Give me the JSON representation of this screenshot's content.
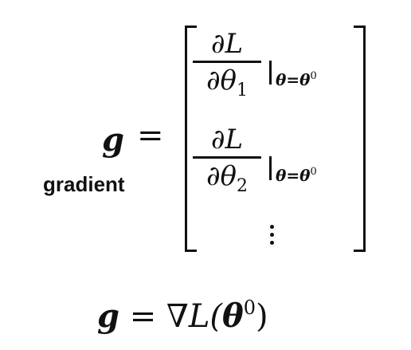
{
  "vector_symbol": "g",
  "equals": "=",
  "gradient_label": "gradient",
  "matrix": {
    "rows": [
      {
        "numerator": "∂L",
        "denominator": "∂θ",
        "subscript": "1",
        "evaluation": "θ=θ",
        "eval_superscript": "0"
      },
      {
        "numerator": "∂L",
        "denominator": "∂θ",
        "subscript": "2",
        "evaluation": "θ=θ",
        "eval_superscript": "0"
      }
    ],
    "continuation": "⋮"
  },
  "bottom_equation": {
    "lhs": "g",
    "equals": "=",
    "operator": "∇L(",
    "theta": "θ",
    "superscript": "0",
    "close": ")"
  }
}
